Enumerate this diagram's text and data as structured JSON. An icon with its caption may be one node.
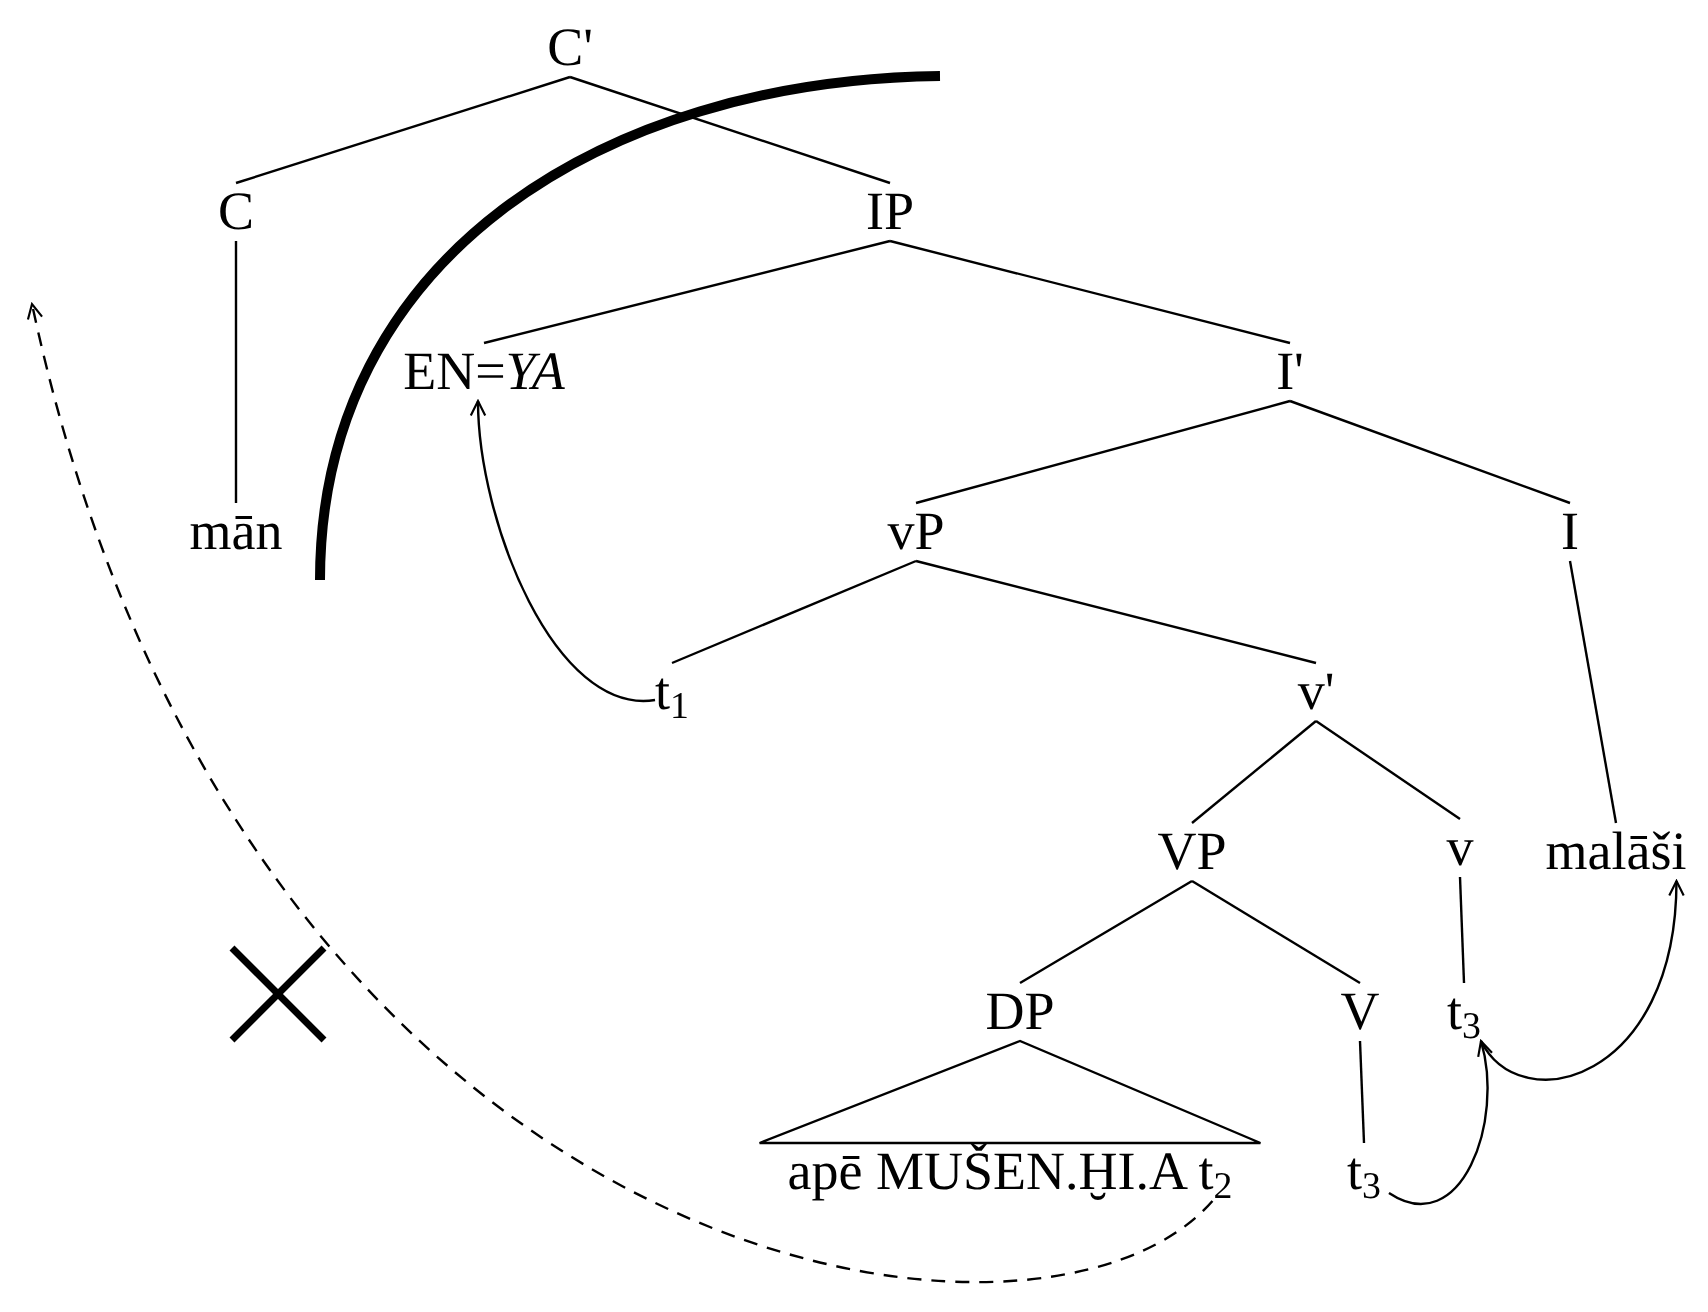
{
  "diagram": {
    "nodes": [
      {
        "text": [
          "C'"
        ]
      },
      {
        "text": [
          "C"
        ]
      },
      {
        "text": [
          "IP"
        ]
      },
      {
        "text": [
          "EN=*YA*"
        ]
      },
      {
        "text": [
          "I'"
        ]
      },
      {
        "text": [
          "mān"
        ]
      },
      {
        "text": [
          "vP"
        ]
      },
      {
        "text": [
          "I"
        ]
      },
      {
        "text": [
          "t$_{1}$"
        ]
      },
      {
        "text": [
          "v'"
        ]
      },
      {
        "text": [
          "VP"
        ]
      },
      {
        "text": [
          "v"
        ]
      },
      {
        "text": [
          "malāši"
        ]
      },
      {
        "text": [
          "DP"
        ]
      },
      {
        "text": [
          "V"
        ]
      },
      {
        "text": [
          "t$_{3}$"
        ]
      },
      {
        "text": [
          "apē MUŠEN.ḪI.A t$_{2}$"
        ]
      },
      {
        "text": [
          "t$_{3}$"
        ]
      }
    ],
    "edges": [
      {
        "from": 0,
        "to": 1,
        "arrow": "none"
      },
      {
        "from": 0,
        "to": 2,
        "arrow": "none"
      },
      {
        "from": 1,
        "to": 5,
        "arrow": "none"
      },
      {
        "from": 2,
        "to": 3,
        "arrow": "none"
      },
      {
        "from": 2,
        "to": 4,
        "arrow": "none"
      },
      {
        "from": 4,
        "to": 6,
        "arrow": "none"
      },
      {
        "from": 4,
        "to": 7,
        "arrow": "none"
      },
      {
        "from": 6,
        "to": 8,
        "arrow": "none"
      },
      {
        "from": 6,
        "to": 9,
        "arrow": "none"
      },
      {
        "from": 7,
        "to": 12,
        "arrow": "none"
      },
      {
        "from": 9,
        "to": 10,
        "arrow": "none"
      },
      {
        "from": 9,
        "to": 11,
        "arrow": "none"
      },
      {
        "from": 10,
        "to": 13,
        "arrow": "none"
      },
      {
        "from": 10,
        "to": 14,
        "arrow": "none"
      },
      {
        "from": 11,
        "to": 15,
        "arrow": "none"
      },
      {
        "from": 13,
        "to": 16,
        "arrow": "none"
      },
      {
        "from": 14,
        "to": 17,
        "arrow": "none"
      },
      {
        "from": 8,
        "to": 3,
        "arrow": "to"
      },
      {
        "from": 17,
        "to": 15,
        "arrow": "to"
      },
      {
        "from": 15,
        "to": 12,
        "arrow": "to"
      },
      {
        "from": 16,
        "to": null,
        "arrow": "to",
        "style": "dashed"
      }
    ]
  }
}
